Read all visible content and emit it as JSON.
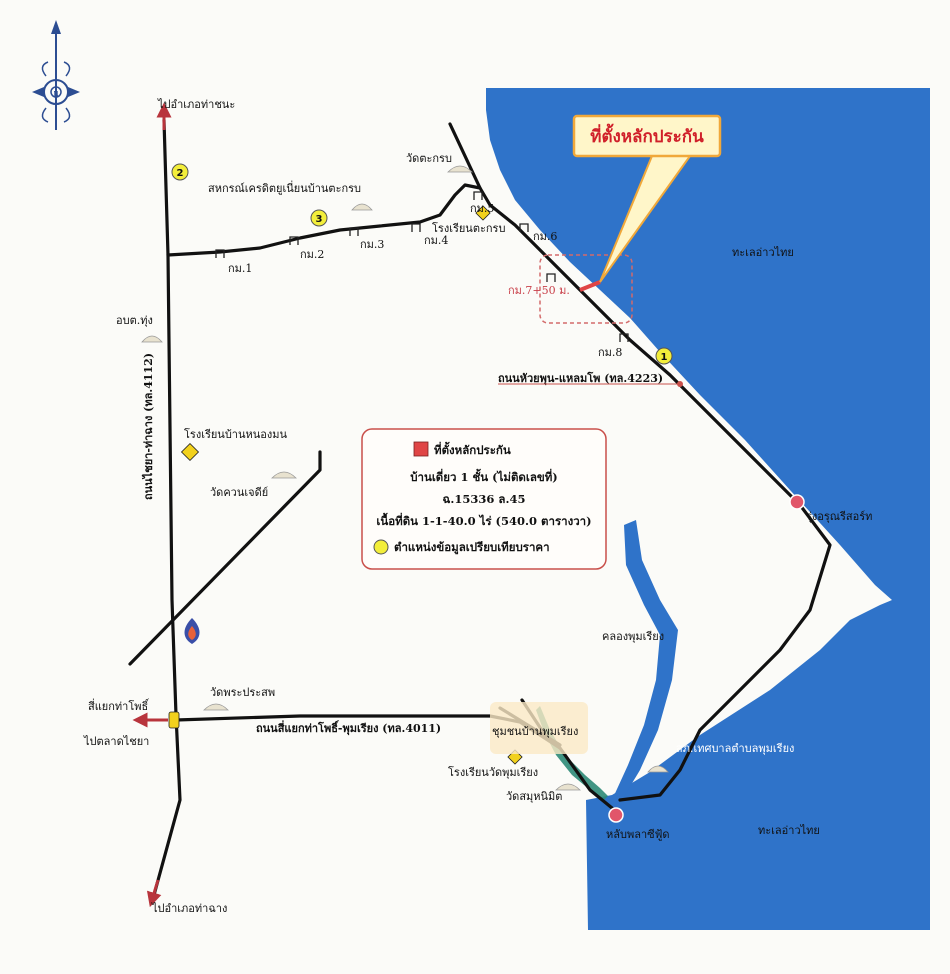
{
  "colors": {
    "sea": "#2f73c9",
    "road": "#111111",
    "highlight": "#e04545",
    "marker": "#f3ee3a",
    "callout_bg": "#fff6c9",
    "callout_border": "#f0a83a",
    "legend_border": "#c9504b"
  },
  "callout": {
    "title": "ที่ตั้งหลักประกัน"
  },
  "legend": {
    "property_label": "ที่ตั้งหลักประกัน",
    "line1": "บ้านเดี่ยว 1 ชั้น (ไม่ติดเลขที่)",
    "line2": "ฉ.15336 ล.45",
    "line3": "เนื้อที่ดิน 1-1-40.0 ไร่ (540.0 ตารางวา)",
    "marker_label": "ตำแหน่งข้อมูลเปรียบเทียบราคา"
  },
  "labels": {
    "to_tha_chana": "ไปอำเภอท่าชนะ",
    "to_tha_chang": "ไปอำเภอท่าฉาง",
    "to_talad_chaiya": "ไปตลาดไชยา",
    "intersection": "สี่แยกท่าโพธิ์",
    "road_4112": "ถนนไชยา-ท่าฉาง (ทล.4112)",
    "road_4011": "ถนนสี่แยกท่าโพธิ์-พุมเรียง (ทล.4011)",
    "road_4223": "ถนนหัวยพุน-แหลมโพ (ทล.4223)",
    "coop": "สหกรณ์เครดิตยูเนี่ยนบ้านตะกรบ",
    "wat_takrop": "วัดตะกรบ",
    "school_takrop": "โรงเรียนตะกรบ",
    "obt_thung": "อบต.ทุ่ง",
    "school_nong_mon": "โรงเรียนบ้านหนองมน",
    "wat_khuan": "วัดควนเจดีย์",
    "wat_phra_prasop": "วัดพระประสพ",
    "community": "ชุมชนบ้านพุมเรียง",
    "school_wat_phumriang": "โรงเรียนวัดพุมเรียง",
    "wat_samut": "วัดสมุหนิมิต",
    "police": "สภ.เทศบาลตำบลพุมเรียง",
    "canal": "คลองพุมเรียง",
    "resort": "รุ่งอรุณรีสอร์ท",
    "plaza": "หลับพลาซีฟู้ด",
    "gulf1": "ทะเลอ่าวไทย",
    "gulf2": "ทะเลอ่าวไทย",
    "km1": "กม.1",
    "km2": "กม.2",
    "km3": "กม.3",
    "km4": "กม.4",
    "km5": "กม.5",
    "km6": "กม.6",
    "km7": "กม.7+50 ม.",
    "km8": "กม.8"
  },
  "markers": {
    "m1": "1",
    "m2": "2",
    "m3": "3"
  },
  "compass": {
    "north": "N"
  }
}
